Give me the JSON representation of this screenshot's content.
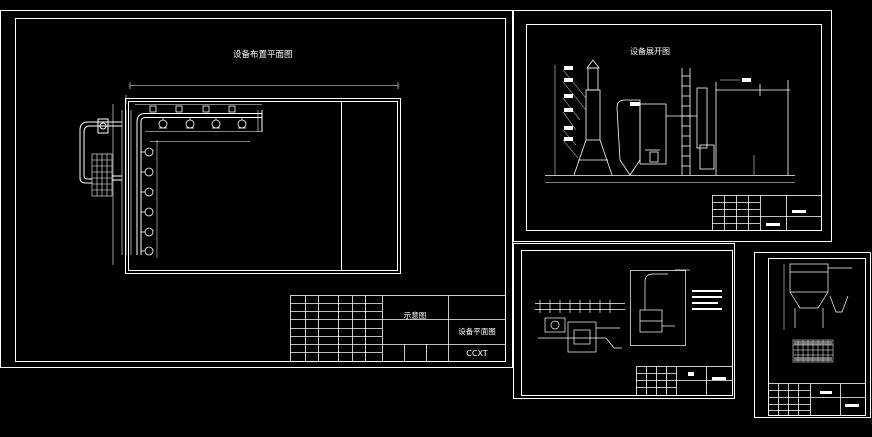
{
  "sheet1": {
    "title": "设备布置平面图",
    "block_left": "示意图",
    "block_right": "设备平面图",
    "code": "CCXT"
  },
  "sheet2": {
    "title": "设备展开图"
  },
  "colors": {
    "background": "#000000",
    "line": "#ffffff",
    "detail": "#d8d8d8"
  }
}
